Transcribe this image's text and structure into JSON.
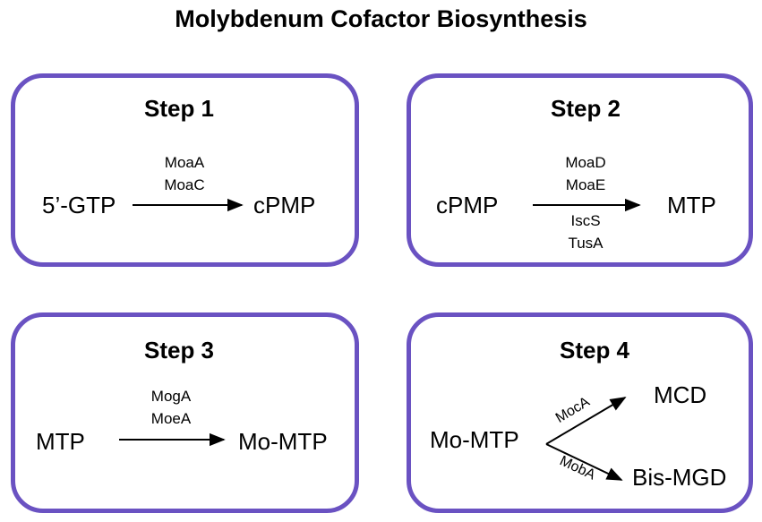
{
  "title": "Molybdenum Cofactor Biosynthesis",
  "colors": {
    "box_border": "#6a52c2",
    "text": "#000000"
  },
  "steps": [
    {
      "heading": "Step 1",
      "substrate": "5’-GTP",
      "product": "cPMP",
      "enzymes_above": [
        "MoaA",
        "MoaC"
      ],
      "enzymes_below": []
    },
    {
      "heading": "Step 2",
      "substrate": "cPMP",
      "product": "MTP",
      "enzymes_above": [
        "MoaD",
        "MoaE"
      ],
      "enzymes_below": [
        "IscS",
        "TusA"
      ]
    },
    {
      "heading": "Step 3",
      "substrate": "MTP",
      "product": "Mo-MTP",
      "enzymes_above": [
        "MogA",
        "MoeA"
      ],
      "enzymes_below": []
    },
    {
      "heading": "Step 4",
      "substrate": "Mo-MTP",
      "branches": [
        {
          "enzyme": "MocA",
          "product": "MCD"
        },
        {
          "enzyme": "MobA",
          "product": "Bis-MGD"
        }
      ]
    }
  ]
}
